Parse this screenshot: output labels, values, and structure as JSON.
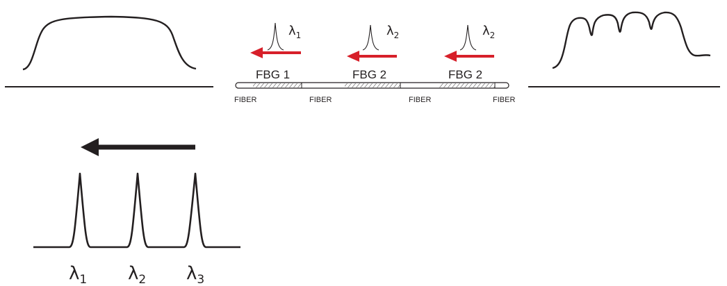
{
  "diagram": {
    "grating_labels": [
      "FBG 1",
      "FBG 2",
      "FBG 2"
    ],
    "fiber_label": "FIBER",
    "lambda_symbol": "λ",
    "top_peak_subscripts": [
      "1",
      "2",
      "2"
    ],
    "bottom_peak_subscripts": [
      "1",
      "2",
      "3"
    ],
    "colors": {
      "ink": "#231f20",
      "reflection_arrow": "#d7202a"
    }
  }
}
